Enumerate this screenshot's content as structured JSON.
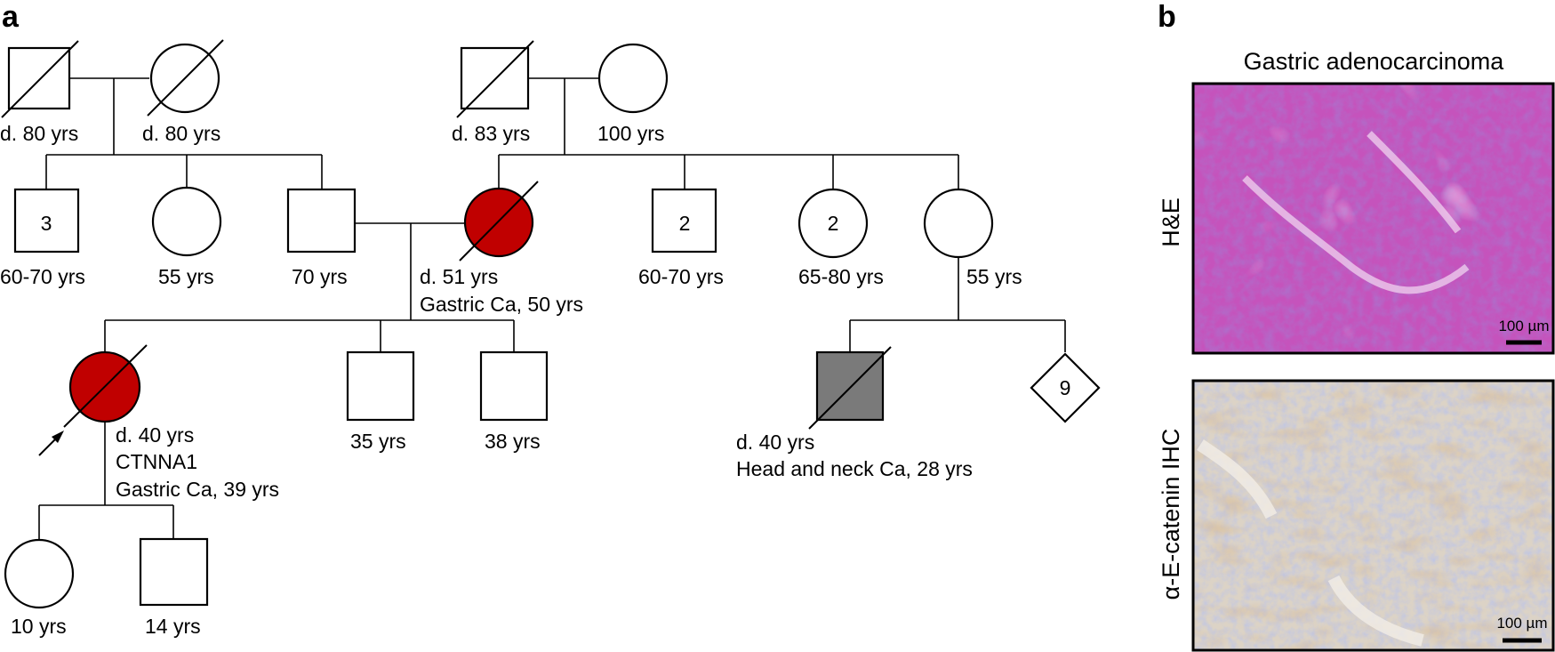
{
  "panels": {
    "a": "a",
    "b": "b"
  },
  "histology": {
    "title": "Gastric adenocarcinoma",
    "row1_label": "H&E",
    "row2_label": "α-E-catenin IHC",
    "scale1": "100 µm",
    "scale2": "100 µm",
    "colors": {
      "he_base": "#c050b8",
      "he_nuclei": "#6a2a9a",
      "ihc_base": "#d8cfc0",
      "ihc_blue": "#8e98c8",
      "ihc_brown": "#b07a40"
    }
  },
  "pedigree": {
    "colors": {
      "affected_gastric": "#c00000",
      "affected_other": "#7a7a7a"
    },
    "gen1": {
      "left_father": "d. 80 yrs",
      "left_mother": "d. 80 yrs",
      "right_father": "d. 83 yrs",
      "right_mother": "100 yrs"
    },
    "gen2": {
      "brothers_count": "3",
      "brothers_age": "60-70 yrs",
      "sister_age": "55 yrs",
      "husband_age": "70 yrs",
      "mother_line1": "d. 51 yrs",
      "mother_line2": "Gastric Ca, 50 yrs",
      "uncles_count": "2",
      "uncles_age": "60-70 yrs",
      "aunts_count": "2",
      "aunts_age": "65-80 yrs",
      "aunt_age": "55 yrs"
    },
    "gen3": {
      "proband_line1": "d. 40 yrs",
      "proband_line2": "CTNNA1",
      "proband_line3": "Gastric Ca, 39 yrs",
      "brother1_age": "35 yrs",
      "brother2_age": "38 yrs",
      "cousin_line1": "d. 40 yrs",
      "cousin_line2": "Head and neck Ca, 28 yrs",
      "cousins_count": "9"
    },
    "gen4": {
      "daughter_age": "10 yrs",
      "son_age": "14 yrs"
    }
  }
}
